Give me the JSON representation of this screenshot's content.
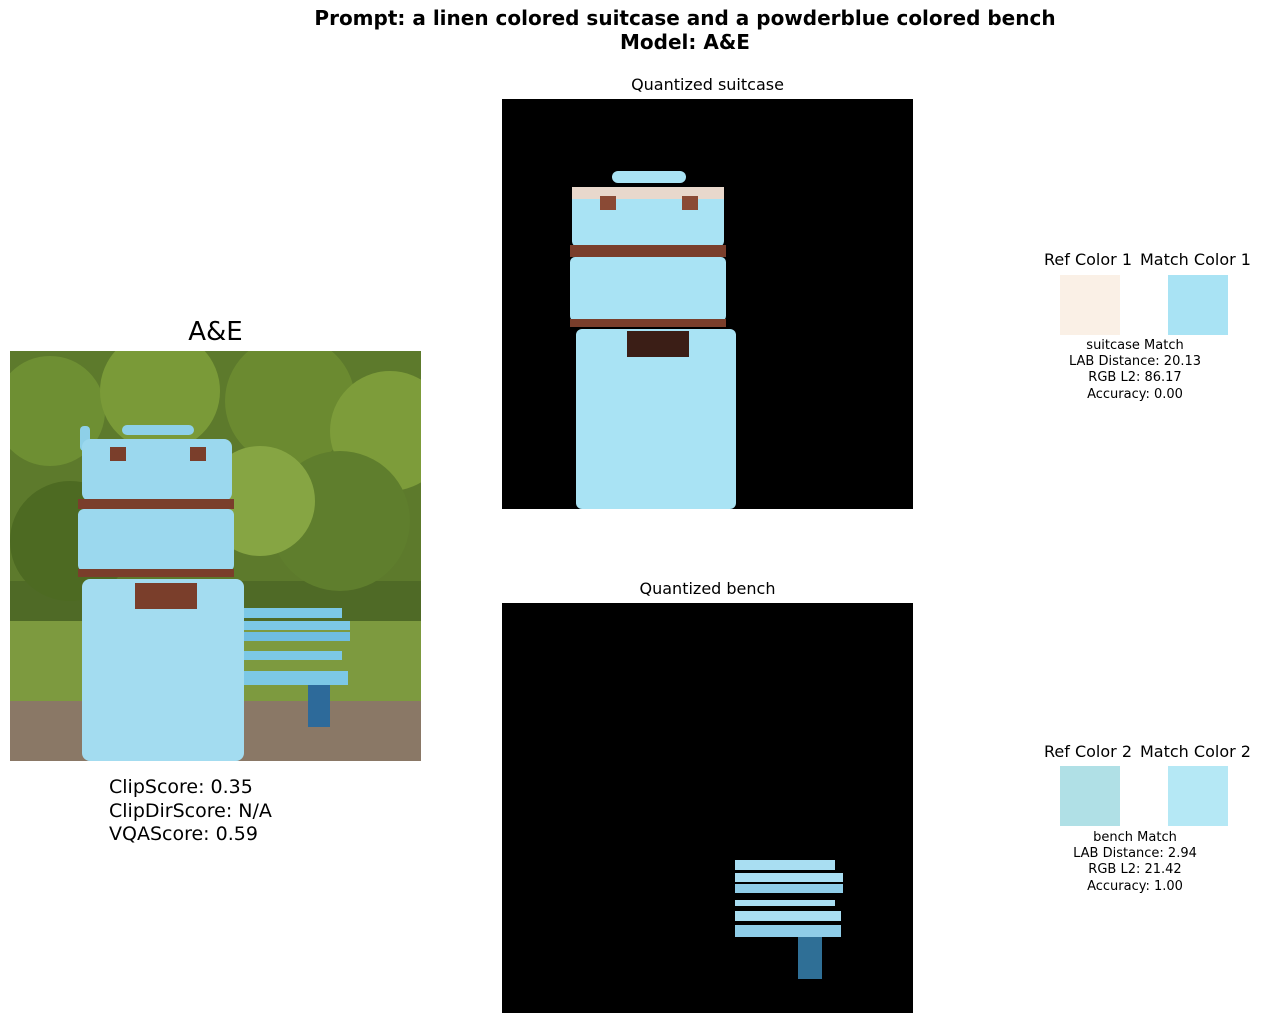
{
  "figure": {
    "prompt_line": "Prompt: a linen colored suitcase and a powderblue colored bench",
    "model_line": "Model: A&E"
  },
  "generated_image": {
    "title": "A&E",
    "metrics": [
      {
        "text": "ClipScore: 0.35"
      },
      {
        "text": "ClipDirScore: N/A"
      },
      {
        "text": "VQAScore: 0.59"
      }
    ]
  },
  "objects": [
    {
      "panel_title": "Quantized suitcase",
      "ref_label": "Ref Color 1",
      "match_label": "Match Color 1",
      "ref_color": "#faf0e6",
      "match_color": "#a9e3f4",
      "stats": {
        "name": "suitcase Match",
        "lab": "LAB Distance: 20.13",
        "rgb": "RGB L2: 86.17",
        "accuracy": "Accuracy: 0.00"
      }
    },
    {
      "panel_title": "Quantized bench",
      "ref_label": "Ref Color 2",
      "match_label": "Match Color 2",
      "ref_color": "#b0e0e6",
      "match_color": "#b5e8f5",
      "stats": {
        "name": "bench Match",
        "lab": "LAB Distance: 2.94",
        "rgb": "RGB L2: 21.42",
        "accuracy": "Accuracy: 1.00"
      }
    }
  ],
  "colors": {
    "suitcase_blue": "#a9e3f4",
    "leather_brown": "#7a3e2b",
    "foliage_green": "#5e7a2c",
    "bench_blue": "#7cc8e6"
  }
}
